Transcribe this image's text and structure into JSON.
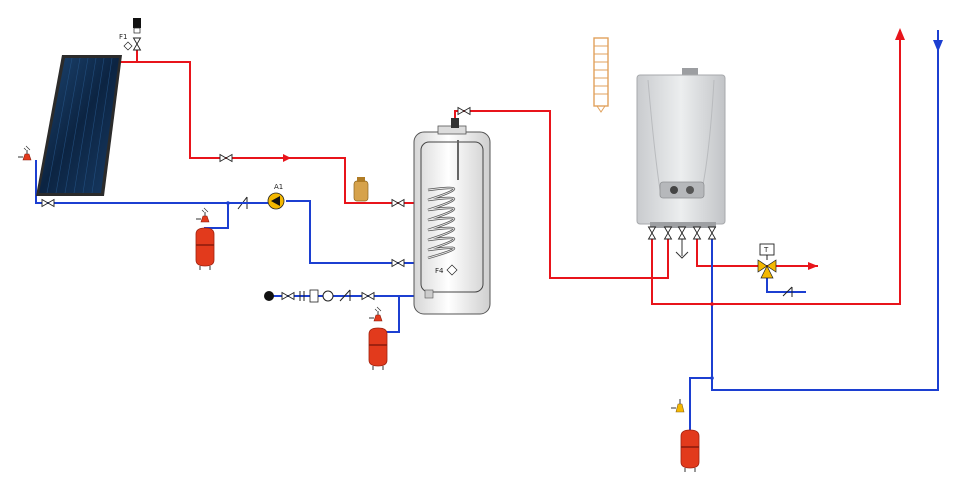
{
  "labels": {
    "f1": "F1",
    "a1": "A1",
    "f4": "F4",
    "t": "T"
  },
  "colors": {
    "hot_line": "#e8141b",
    "cold_line": "#1c3fd1",
    "expansion_vessel": "#e23a1c",
    "pump": "#f4b800",
    "boiler_body": "#d9dbdd",
    "collector": "#0f2d52",
    "radiator": "#e0a15c"
  },
  "icons": [
    "solar-collector-icon",
    "circulation-pump-icon",
    "expansion-vessel-icon",
    "safety-valve-icon",
    "mixing-valve-icon",
    "ball-valve-icon",
    "check-valve-icon",
    "storage-tank-icon",
    "gas-boiler-icon",
    "radiator-icon",
    "flow-arrow-icon"
  ]
}
